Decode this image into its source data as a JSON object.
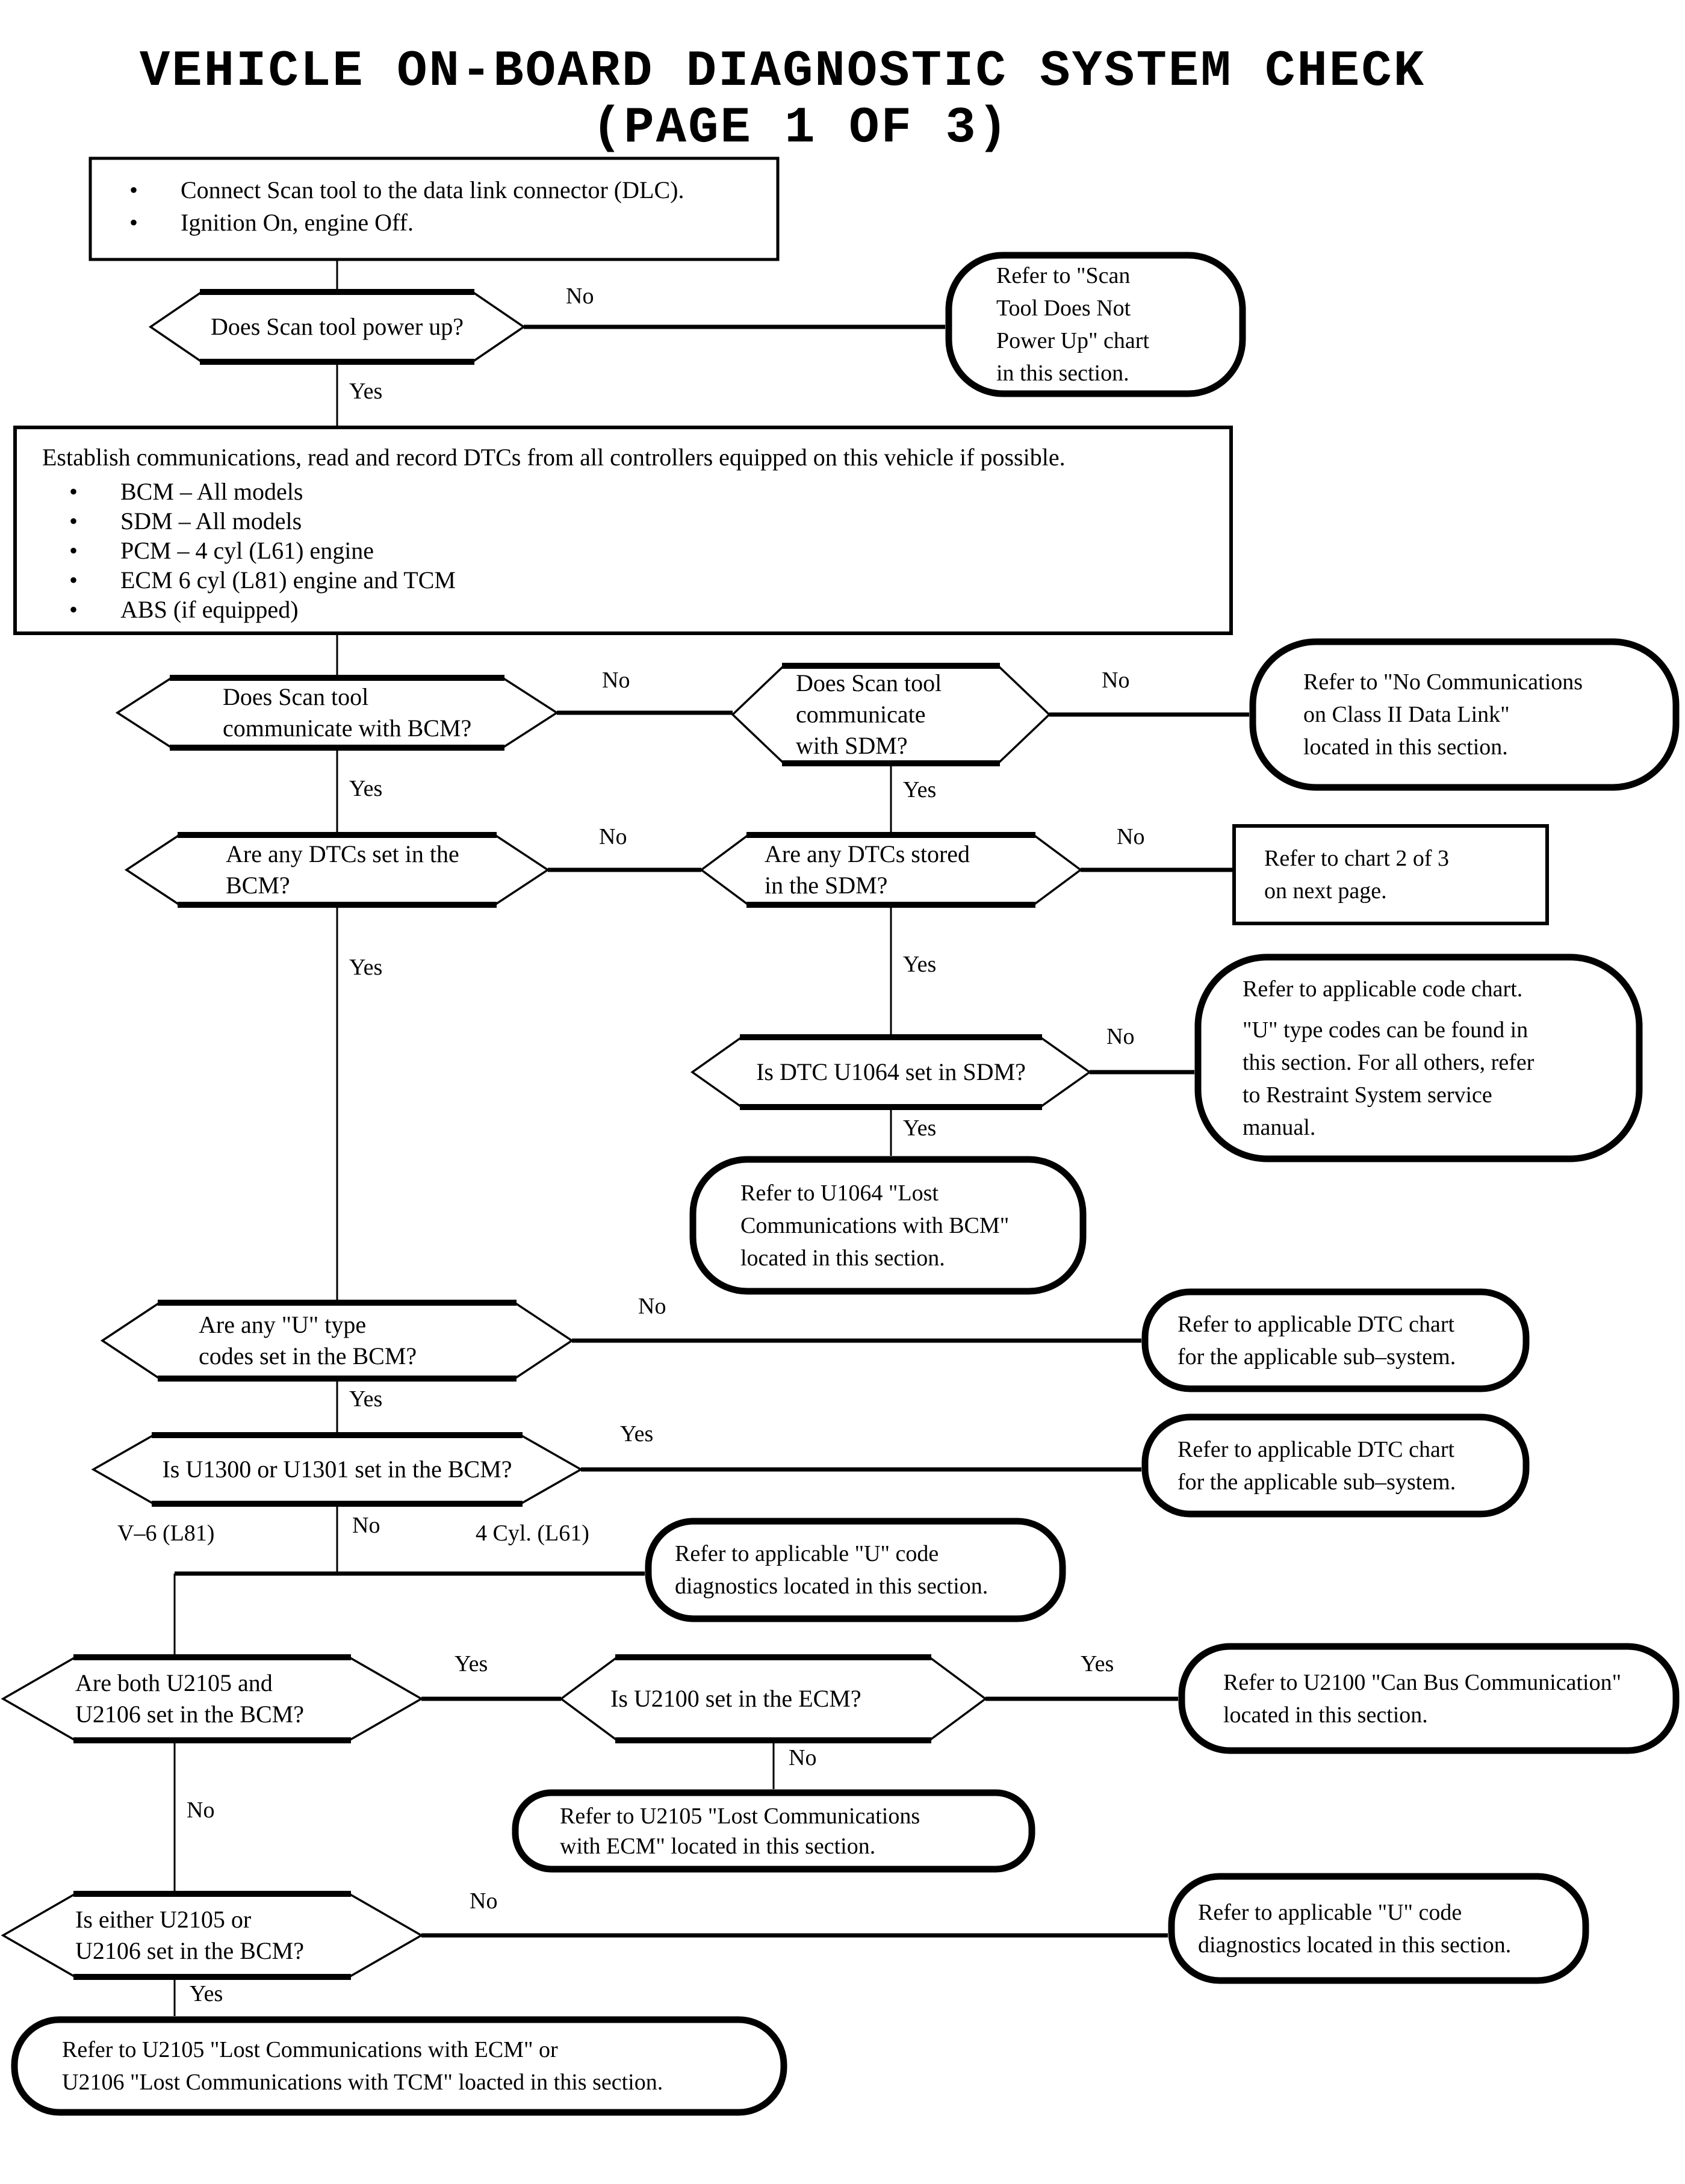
{
  "page": {
    "title_line1": "VEHICLE ON-BOARD DIAGNOSTIC SYSTEM CHECK",
    "title_line2": "(PAGE 1 OF 3)"
  },
  "labels": {
    "yes": "Yes",
    "no": "No",
    "v6": "V–6 (L81)",
    "cyl4": "4 Cyl. (L61)"
  },
  "nodes": {
    "start": {
      "bullets": [
        "Connect Scan tool to the data link connector (DLC).",
        "Ignition On, engine Off."
      ]
    },
    "q_power": {
      "text": "Does Scan tool power up?"
    },
    "t_power": {
      "text": "Refer to \"Scan\nTool Does Not\nPower Up\" chart\nin this section."
    },
    "establish": {
      "intro": "Establish communications, read and record DTCs from all controllers equipped on this vehicle if possible.",
      "bullets": [
        "BCM – All models",
        "SDM – All models",
        "PCM – 4 cyl (L61) engine",
        "ECM 6 cyl (L81) engine and TCM",
        "ABS (if equipped)"
      ]
    },
    "q_bcm_comm": {
      "text": "Does Scan tool\ncommunicate with BCM?"
    },
    "q_sdm_comm": {
      "text": "Does Scan tool\ncommunicate\nwith SDM?"
    },
    "t_no_comm": {
      "text": "Refer to \"No Communications\non Class II Data Link\"\nlocated in this section."
    },
    "q_bcm_dtcs": {
      "text": "Are any DTCs set in the\nBCM?"
    },
    "q_sdm_dtcs": {
      "text": "Are any DTCs stored\nin the SDM?"
    },
    "t_chart2": {
      "text": "Refer to chart 2 of 3\non next page."
    },
    "q_u1064": {
      "text": "Is DTC U1064 set in SDM?"
    },
    "t_code_chart": {
      "para1": "Refer to applicable code chart.",
      "para2": "\"U\" type codes can be found in\nthis section. For all others, refer\nto Restraint System service\nmanual."
    },
    "t_u1064": {
      "text": "Refer to U1064 \"Lost\nCommunications with BCM\"\nlocated in this section."
    },
    "q_u_codes": {
      "text": "Are any \"U\" type\ncodes set in the BCM?"
    },
    "t_dtc_chart_a": {
      "text": "Refer to applicable DTC chart\nfor the applicable sub–system."
    },
    "q_u1300": {
      "text": "Is U1300 or U1301 set in the BCM?"
    },
    "t_dtc_chart_b": {
      "text": "Refer to applicable DTC chart\nfor the applicable sub–system."
    },
    "t_u_code_diag_a": {
      "text": "Refer to applicable \"U\" code\ndiagnostics located in this section."
    },
    "q_u2105_both": {
      "text": "Are both U2105 and\nU2106 set in the BCM?"
    },
    "q_u2100": {
      "text": "Is U2100 set in the ECM?"
    },
    "t_u2100": {
      "text": "Refer to U2100 \"Can Bus Communication\"\nlocated in this section."
    },
    "t_u2105_ecm": {
      "text": "Refer to U2105 \"Lost Communications\nwith ECM\" located in this section."
    },
    "q_u2105_either": {
      "text": "Is either U2105 or\nU2106 set in the BCM?"
    },
    "t_u_code_diag_b": {
      "text": "Refer to applicable \"U\" code\ndiagnostics located in this section."
    },
    "t_bottom": {
      "text": "Refer to U2105 \"Lost Communications with ECM\" or\nU2106 \"Lost Communications with TCM\" loacted in this section."
    }
  }
}
